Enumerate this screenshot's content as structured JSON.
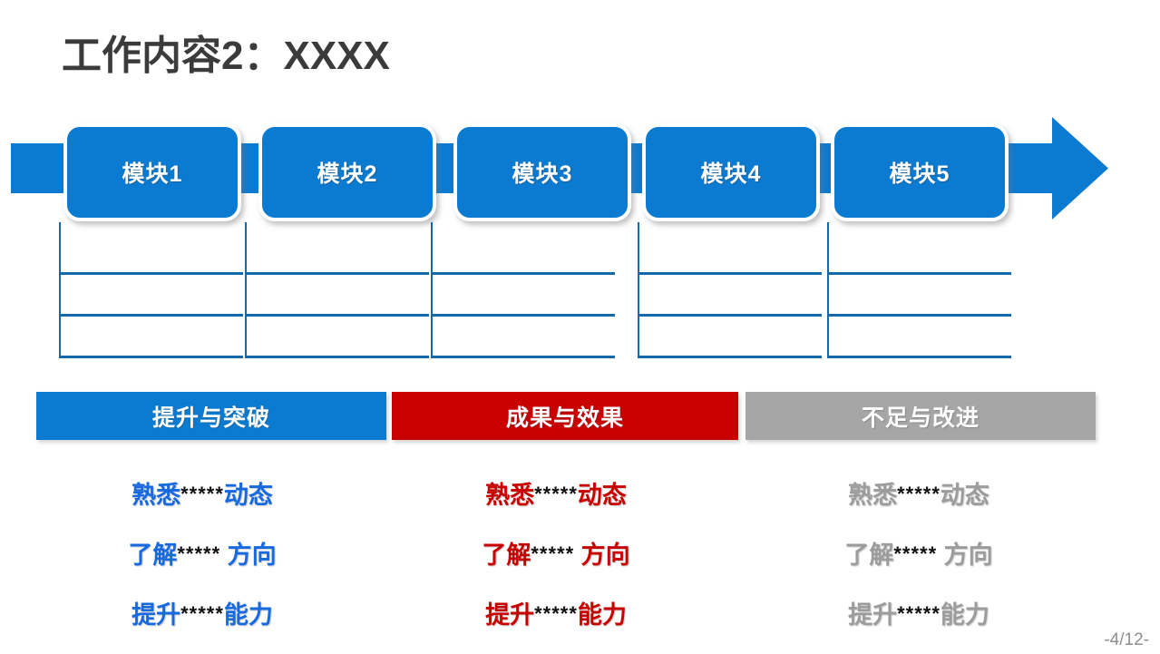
{
  "slide": {
    "title": "工作内容2：XXXX",
    "page_number": "-4/12-",
    "colors": {
      "blue": "#0B7AD1",
      "red": "#C80000",
      "gray": "#A6A6A6",
      "line_blue": "#1569A8",
      "title_gray": "#3B3B3B"
    }
  },
  "process": {
    "modules": [
      {
        "label": "模块1"
      },
      {
        "label": "模块2"
      },
      {
        "label": "模块3"
      },
      {
        "label": "模块4"
      },
      {
        "label": "模块5"
      }
    ]
  },
  "note_columns": [
    {
      "lines": [
        "",
        "",
        ""
      ]
    },
    {
      "lines": [
        "",
        "",
        ""
      ]
    },
    {
      "lines": [
        "",
        "",
        ""
      ]
    },
    {
      "lines": [
        "",
        "",
        ""
      ]
    },
    {
      "lines": [
        "",
        "",
        ""
      ]
    }
  ],
  "categories": [
    {
      "header": "提升与突破",
      "color": "#0B7AD1",
      "items": [
        {
          "prefix": "熟悉",
          "stars": "*****",
          "suffix": "动态"
        },
        {
          "prefix": "了解",
          "stars": "*****",
          "suffix": " 方向"
        },
        {
          "prefix": "提升",
          "stars": "*****",
          "suffix": "能力"
        }
      ]
    },
    {
      "header": "成果与效果",
      "color": "#C80000",
      "items": [
        {
          "prefix": "熟悉",
          "stars": "*****",
          "suffix": "动态"
        },
        {
          "prefix": "了解",
          "stars": "*****",
          "suffix": " 方向"
        },
        {
          "prefix": "提升",
          "stars": "*****",
          "suffix": "能力"
        }
      ]
    },
    {
      "header": "不足与改进",
      "color": "#A6A6A6",
      "items": [
        {
          "prefix": "熟悉",
          "stars": "*****",
          "suffix": "动态"
        },
        {
          "prefix": "了解",
          "stars": "*****",
          "suffix": " 方向"
        },
        {
          "prefix": "提升",
          "stars": "*****",
          "suffix": "能力"
        }
      ]
    }
  ]
}
